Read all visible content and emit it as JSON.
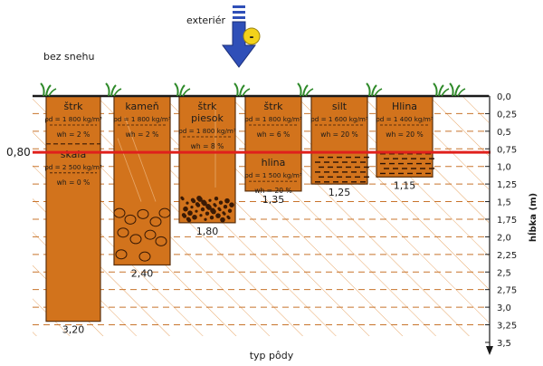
{
  "header": {
    "exterior_label": "exteriér",
    "thermometer_sign": "-",
    "condition_label": "bez snehu"
  },
  "frost_depth": {
    "label": "0,80",
    "depth_m": 0.8,
    "color": "#e0201c"
  },
  "axis": {
    "title": "hĺbka (m)",
    "min": 0.0,
    "max": 3.5,
    "step": 0.25,
    "ticks": [
      "0,0",
      "0,25",
      "0,5",
      "0,75",
      "1,0",
      "1,25",
      "1,5",
      "1,75",
      "2,0",
      "2,25",
      "2,5",
      "2,75",
      "3,0",
      "3,25",
      "3,5"
    ],
    "x_label": "typ pôdy"
  },
  "colors": {
    "soil": "#d2731c",
    "soil_edge": "#5a2e0a",
    "hatch": "#e8a86a",
    "dash": "#c8742c",
    "arrow": "#2f4fb8",
    "arrow_edge": "#1b2f7a",
    "thermo": "#f2d21a",
    "grass": "#2f8a2a"
  },
  "columns": [
    {
      "id": "strk-skala",
      "total_depth_m": 3.2,
      "depth_label": "3,20",
      "layers": [
        {
          "name": "štrk",
          "density": "ρd = 1 800 kg/m³",
          "moisture": "wh = 2 %",
          "top_m": 0.0,
          "bottom_m": 0.68
        },
        {
          "name": "skala",
          "density": "ρd = 2 500 kg/m³",
          "moisture": "wh = 0 %",
          "top_m": 0.68,
          "bottom_m": 3.2
        }
      ],
      "texture": "none"
    },
    {
      "id": "kamen",
      "total_depth_m": 2.4,
      "depth_label": "2,40",
      "layers": [
        {
          "name": "kameň",
          "density": "ρd = 1 800 kg/m³",
          "moisture": "wh = 2 %",
          "top_m": 0.0,
          "bottom_m": 2.4
        }
      ],
      "texture": "stones"
    },
    {
      "id": "strk-piesok",
      "total_depth_m": 1.8,
      "depth_label": "1,80",
      "layers": [
        {
          "name": "štrk\npiesok",
          "density": "ρd = 1 800 kg/m³",
          "moisture": "wh = 8 %",
          "top_m": 0.0,
          "bottom_m": 1.8
        }
      ],
      "texture": "gravel"
    },
    {
      "id": "strk-hlina",
      "total_depth_m": 1.35,
      "depth_label": "1,35",
      "layers": [
        {
          "name": "štrk",
          "density": "ρd = 1 800 kg/m³",
          "moisture": "wh = 6 %",
          "top_m": 0.0,
          "bottom_m": 0.8
        },
        {
          "name": "hlina",
          "density": "ρd = 1 500 kg/m³",
          "moisture": "wh = 20 %",
          "top_m": 0.8,
          "bottom_m": 1.35
        }
      ],
      "texture": "none"
    },
    {
      "id": "silt",
      "total_depth_m": 1.25,
      "depth_label": "1,25",
      "layers": [
        {
          "name": "silt",
          "density": "ρd = 1 600 kg/m³",
          "moisture": "wh = 20 %",
          "top_m": 0.0,
          "bottom_m": 1.25
        }
      ],
      "texture": "lenses"
    },
    {
      "id": "hlina",
      "total_depth_m": 1.15,
      "depth_label": "1,15",
      "layers": [
        {
          "name": "Hlina",
          "density": "ρd = 1 400 kg/m³",
          "moisture": "wh = 20 %",
          "top_m": 0.0,
          "bottom_m": 1.15
        }
      ],
      "texture": "lenses"
    }
  ]
}
